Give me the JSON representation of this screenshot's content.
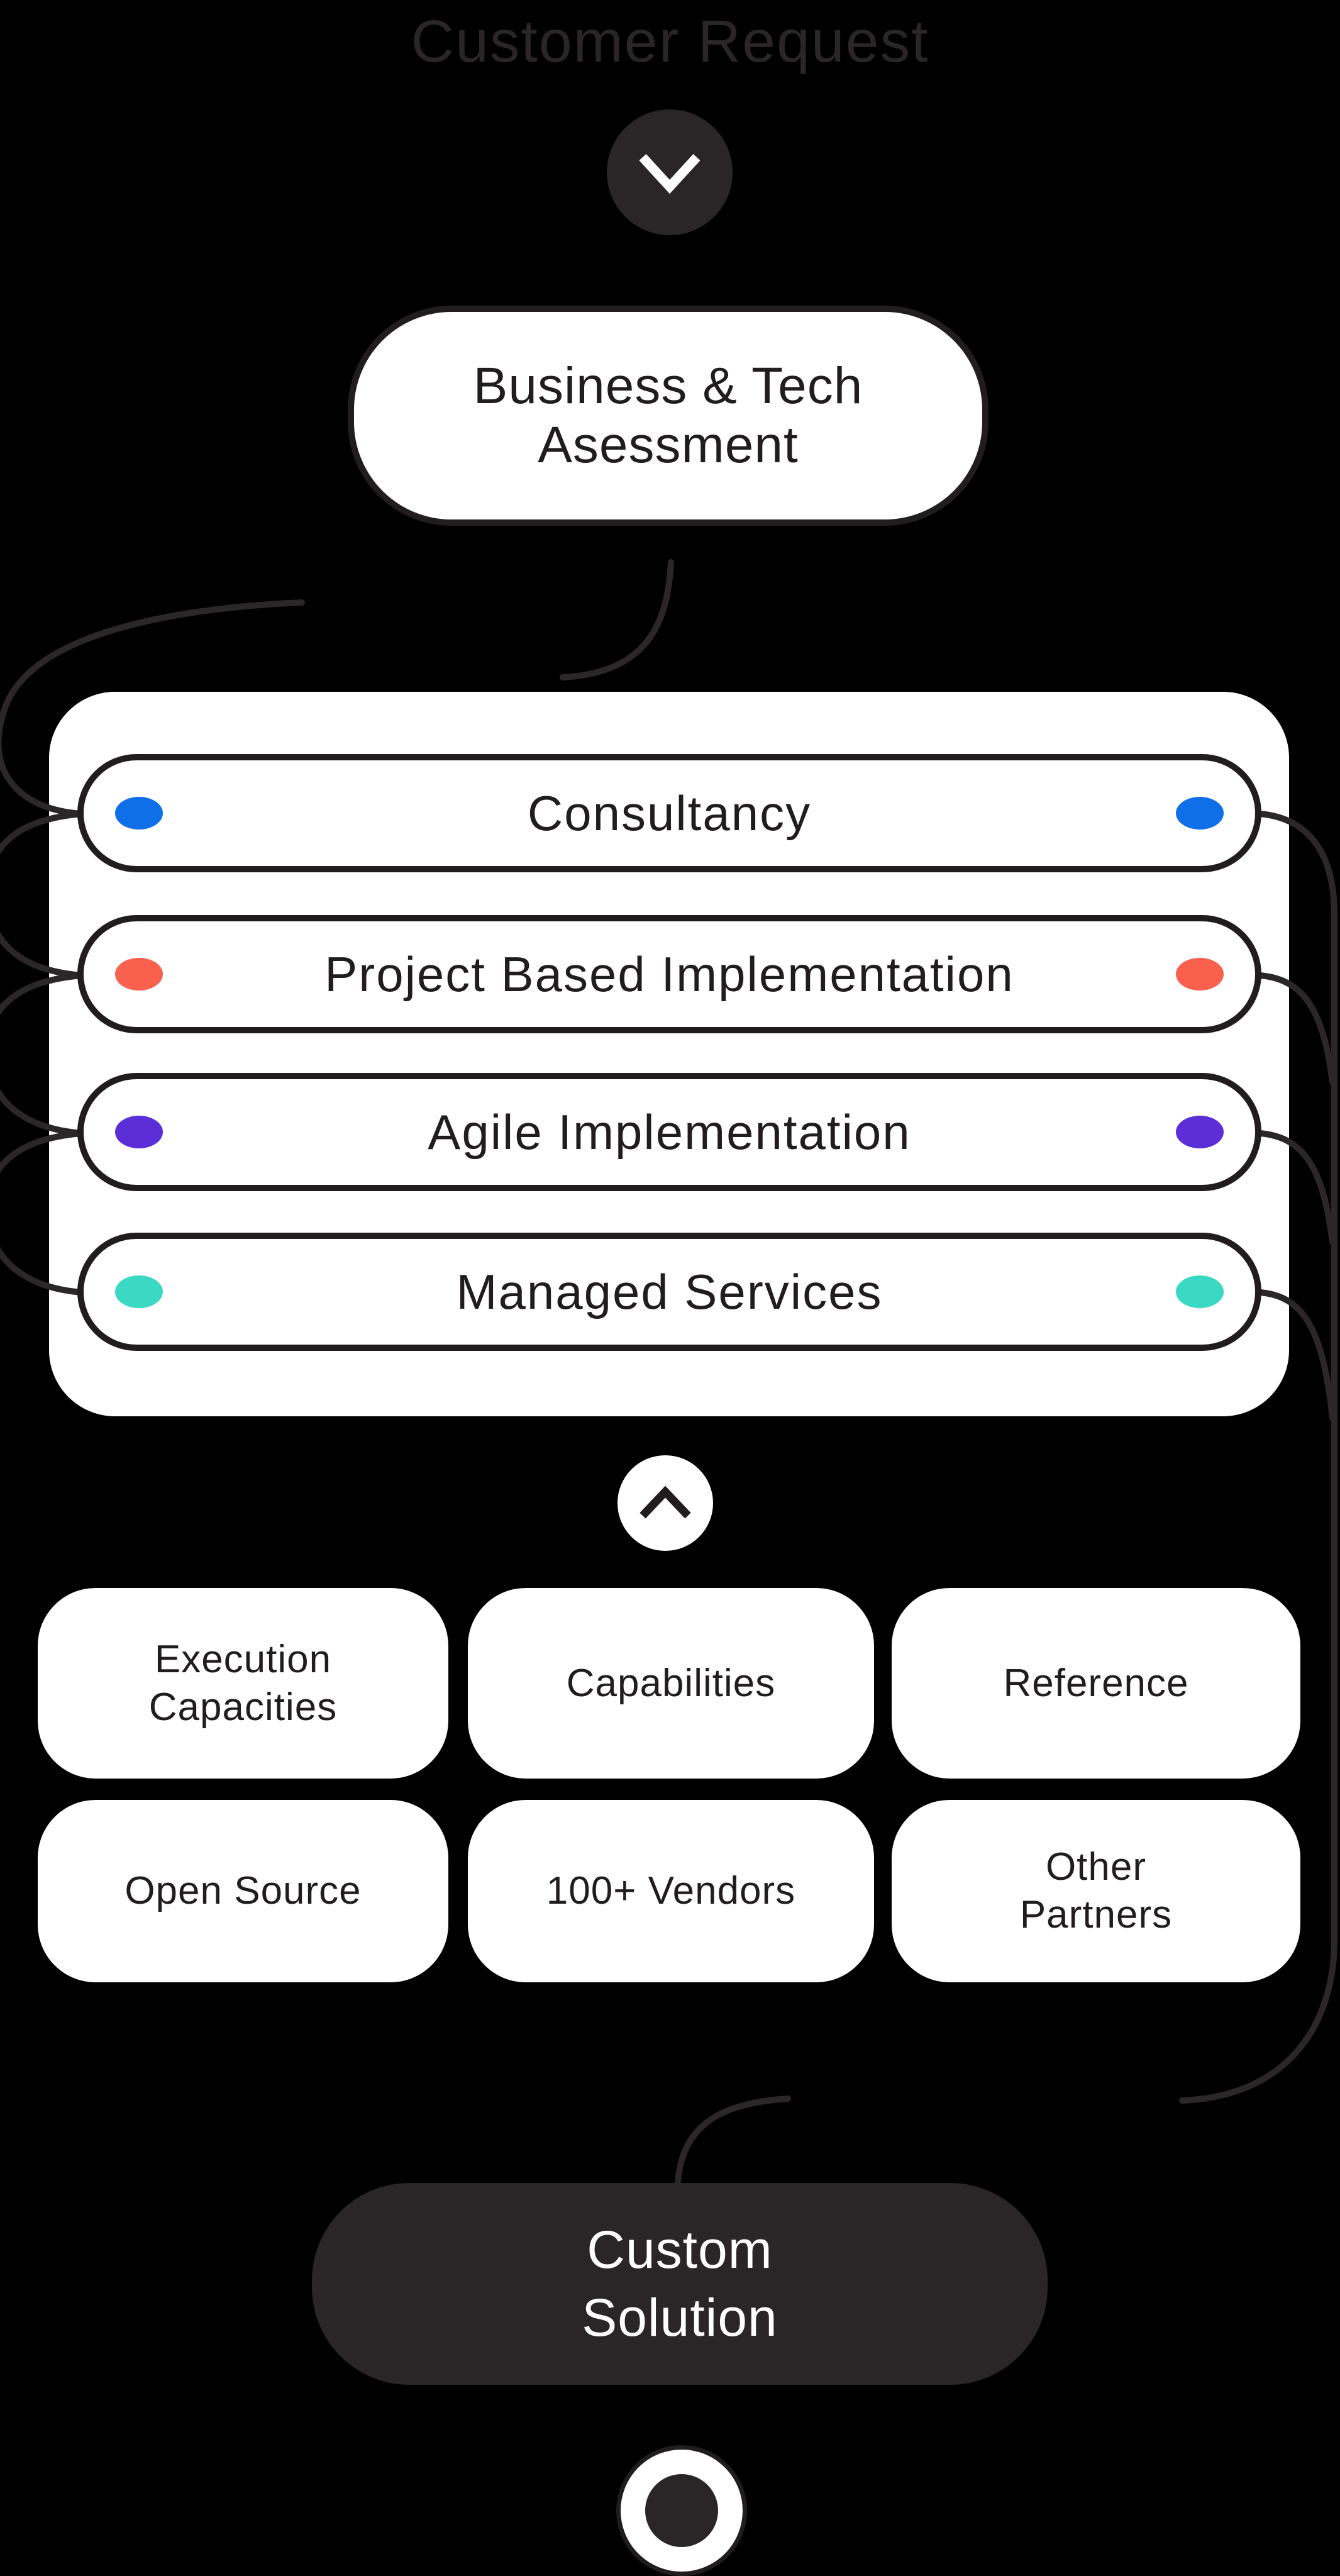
{
  "page": {
    "background": "#000000",
    "title": "Customer Request"
  },
  "icons": {
    "step_down": "chevron-down",
    "step_up": "chevron-up",
    "end_marker": "target-dot"
  },
  "assessment": {
    "label": "Business & Tech\nAsessment"
  },
  "services": {
    "items": [
      {
        "label": "Consultancy",
        "dot_color": "#0E6FE8"
      },
      {
        "label": "Project Based Implementation",
        "dot_color": "#F9604E"
      },
      {
        "label": "Agile Implementation",
        "dot_color": "#5B2ED7"
      },
      {
        "label": "Managed Services",
        "dot_color": "#3BD9C3"
      }
    ]
  },
  "factors": {
    "items": [
      {
        "label": "Execution\nCapacities"
      },
      {
        "label": "Capabilities"
      },
      {
        "label": "Reference"
      },
      {
        "label": "Open Source"
      },
      {
        "label": "100+ Vendors"
      },
      {
        "label": "Other\nPartners"
      }
    ]
  },
  "solution": {
    "label": "Custom\nSolution"
  },
  "colors": {
    "background": "#000000",
    "dim_foreground": "#2a2526",
    "line": "#2b2627",
    "ink": "#211d1e",
    "white": "#ffffff",
    "dot_blue": "#0E6FE8",
    "dot_red": "#F9604E",
    "dot_purple": "#5B2ED7",
    "dot_teal": "#3BD9C3"
  }
}
